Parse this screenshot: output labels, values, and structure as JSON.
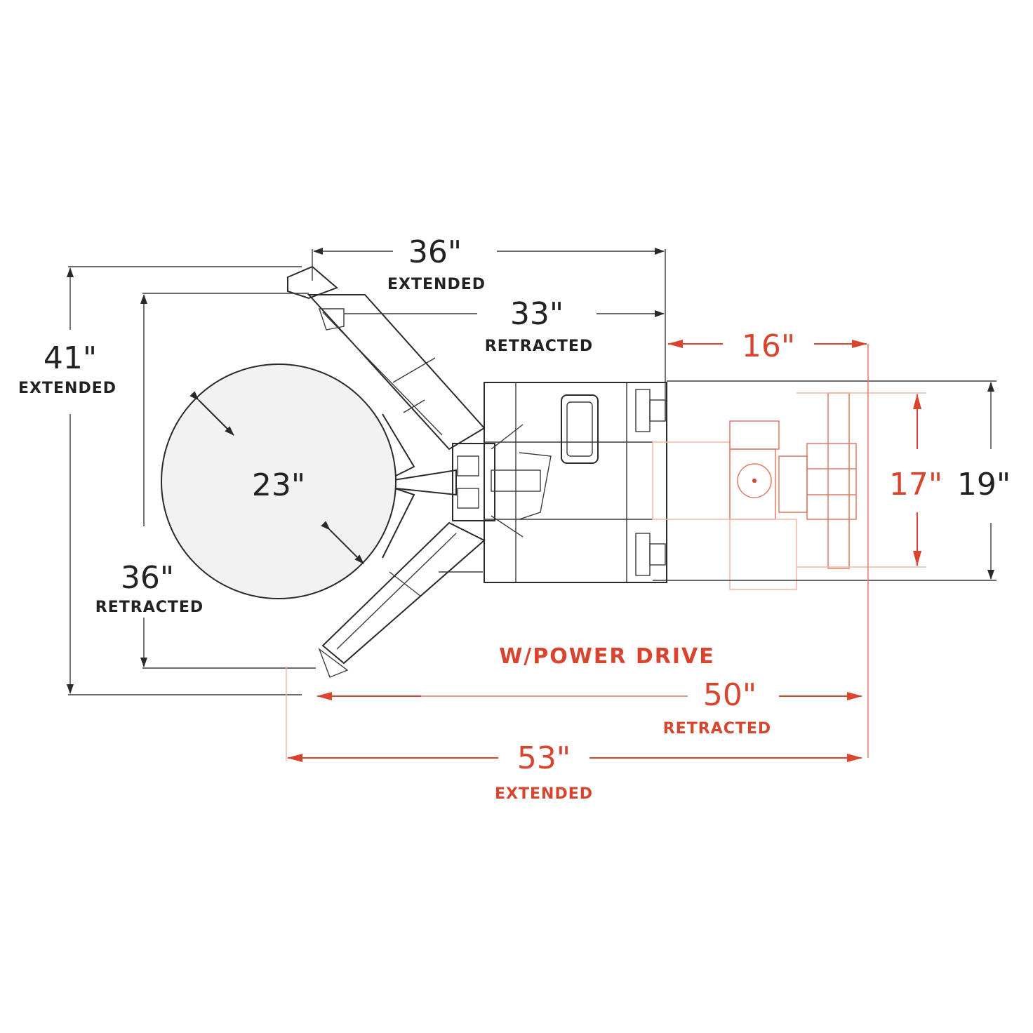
{
  "colors": {
    "ink": "#2a2a2a",
    "accent": "#d9442e"
  },
  "dimensions": {
    "top_extended": {
      "value": "36\"",
      "caption": "EXTENDED"
    },
    "top_retracted": {
      "value": "33\"",
      "caption": "RETRACTED"
    },
    "left_extended": {
      "value": "41\"",
      "caption": "EXTENDED"
    },
    "drum_diameter": {
      "value": "23\""
    },
    "left_retracted": {
      "value": "36\"",
      "caption": "RETRACTED"
    },
    "drive_width": {
      "value": "16\""
    },
    "inner_height": {
      "value": "17\""
    },
    "outer_height": {
      "value": "19\""
    },
    "bottom_retracted": {
      "value": "50\"",
      "caption": "RETRACTED"
    },
    "bottom_extended": {
      "value": "53\"",
      "caption": "EXTENDED"
    }
  },
  "labels": {
    "power_drive": "W/POWER DRIVE"
  }
}
